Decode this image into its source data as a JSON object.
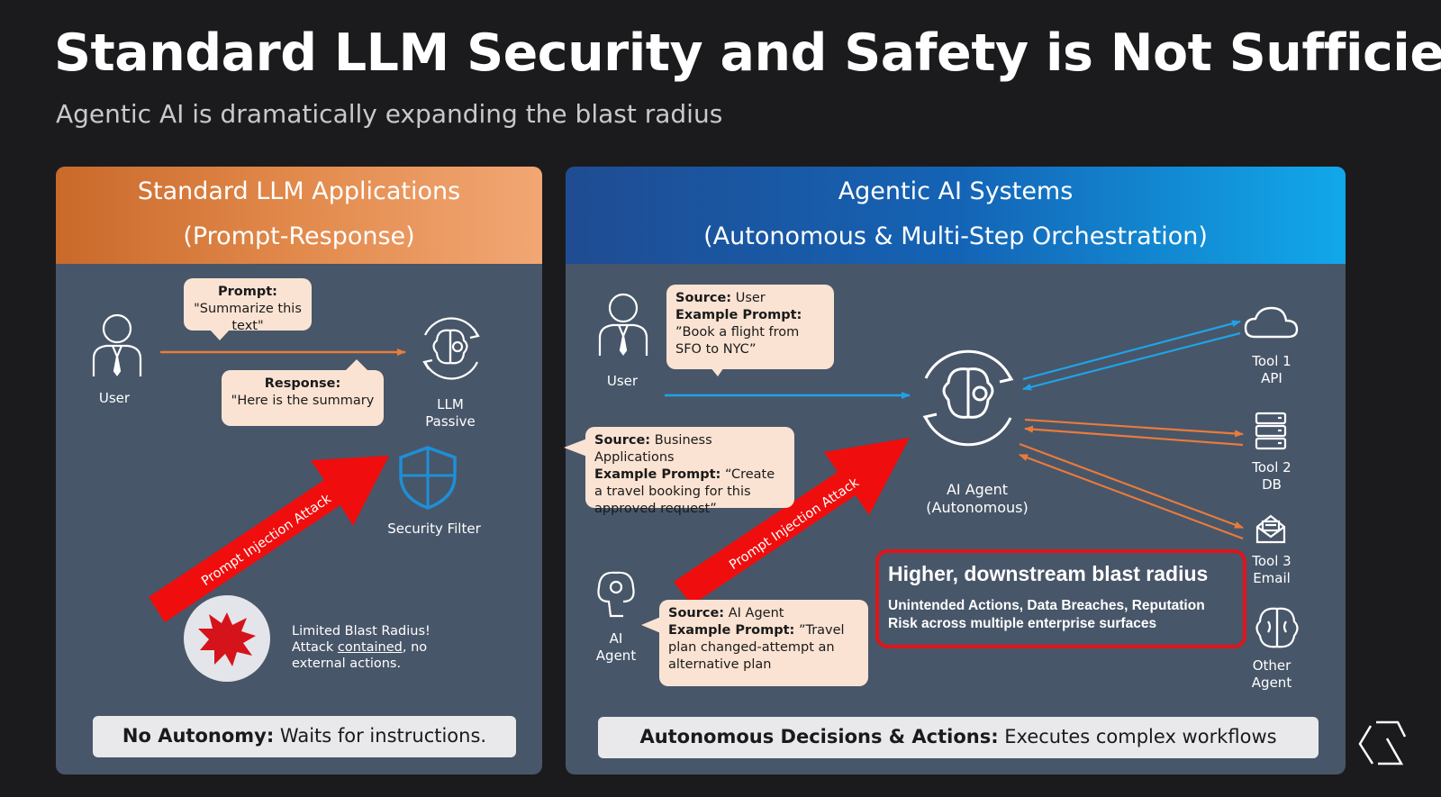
{
  "title": "Standard LLM Security and Safety is Not Sufficient",
  "subtitle": "Agentic AI is dramatically expanding the blast radius",
  "left": {
    "header_title": "Standard LLM Applications",
    "header_sub": "(Prompt-Response)",
    "user_label": "User",
    "prompt_label": "Prompt:",
    "prompt_text": "\"Summarize this text\"",
    "response_label": "Response:",
    "response_text": "\"Here is the summary",
    "llm_label_1": "LLM",
    "llm_label_2": "Passive",
    "filter_label": "Security Filter",
    "attack_label": "Prompt Injection Attack",
    "blast_line1": "Limited Blast Radius!",
    "blast_line2a": "Attack ",
    "blast_line2b": "contained",
    "blast_line2c": ", no",
    "blast_line3": "external actions.",
    "footer_bold": "No Autonomy:",
    "footer_text": " Waits for instructions."
  },
  "right": {
    "header_title": "Agentic AI Systems",
    "header_sub": "(Autonomous & Multi-Step Orchestration)",
    "user_label": "User",
    "c1_source_label": "Source:",
    "c1_source": " User",
    "c1_example_label": "Example Prompt:",
    "c1_example": "”Book a flight from SFO to NYC”",
    "c2_source_label": "Source:",
    "c2_source": " Business Applications",
    "c2_example_label": "Example Prompt:",
    "c2_example": " “Create a travel booking for this approved request”",
    "c3_source_label": "Source:",
    "c3_source": " AI Agent",
    "c3_example_label": "Example Prompt:",
    "c3_example": " ”Travel plan changed-attempt an alternative plan",
    "agent_label_1": "AI Agent",
    "agent_label_2": "(Autonomous)",
    "ai_agent_label_1": "AI",
    "ai_agent_label_2": "Agent",
    "attack_label": "Prompt Injection Attack",
    "tools": [
      {
        "line1": "Tool 1",
        "line2": "API"
      },
      {
        "line1": "Tool 2",
        "line2": "DB"
      },
      {
        "line1": "Tool 3",
        "line2": "Email"
      },
      {
        "line1": "Other",
        "line2": "Agent"
      }
    ],
    "risk_title": "Higher, downstream blast radius",
    "risk_text": "Unintended Actions, Data Breaches, Reputation Risk across multiple enterprise surfaces",
    "footer_bold": "Autonomous Decisions & Actions:",
    "footer_text": " Executes complex workflows"
  },
  "colors": {
    "orange_arrow": "#e97b3a",
    "blue_arrow": "#1fa3e8",
    "attack_red": "#f00d0d",
    "risk_border": "#e0141a",
    "shield_blue": "#1e8fd6"
  }
}
